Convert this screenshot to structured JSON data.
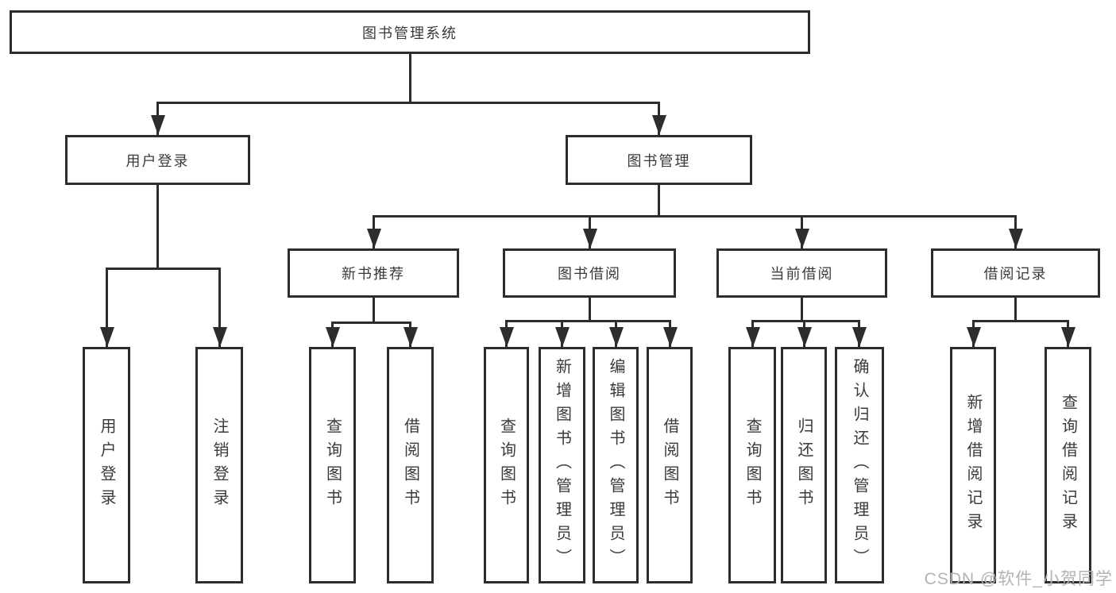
{
  "tree": {
    "root": "图书管理系统",
    "branches": [
      {
        "label": "用户登录",
        "children": [
          "用户登录",
          "注销登录"
        ]
      },
      {
        "label": "图书管理",
        "groups": [
          {
            "label": "新书推荐",
            "children": [
              "查询图书",
              "借阅图书"
            ]
          },
          {
            "label": "图书借阅",
            "children": [
              "查询图书",
              "新增图书（管理员）",
              "编辑图书（管理员）",
              "借阅图书"
            ]
          },
          {
            "label": "当前借阅",
            "children": [
              "查询图书",
              "归还图书",
              "确认归还（管理员）"
            ]
          },
          {
            "label": "借阅记录",
            "children": [
              "新增借阅记录",
              "查询借阅记录"
            ]
          }
        ]
      }
    ]
  },
  "watermark": "CSDN @软件_小贺同学",
  "colors": {
    "line": "#2d2d2d",
    "text": "#3a3a3a",
    "background": "#ffffff",
    "watermark": "#b3b3b3"
  }
}
